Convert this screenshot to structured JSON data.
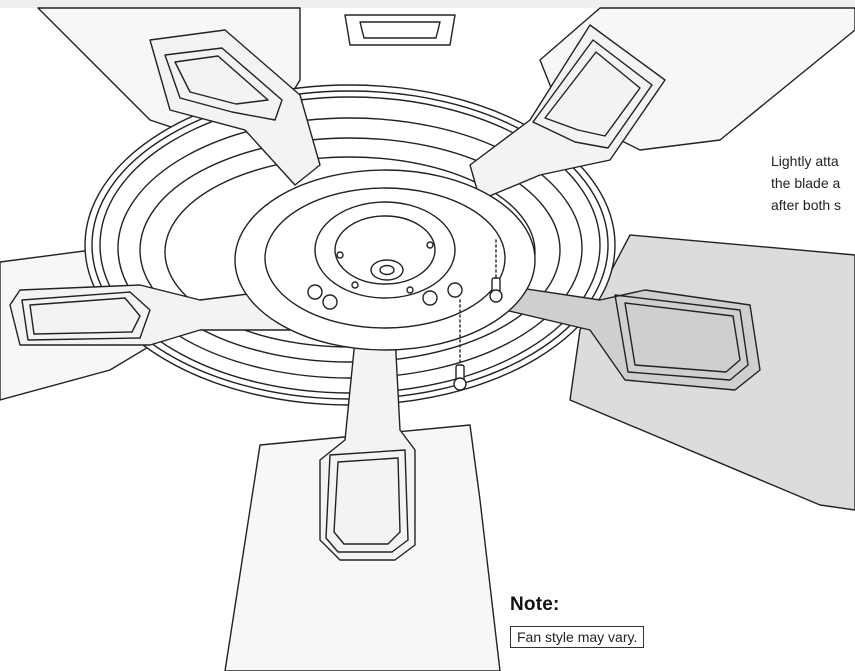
{
  "callout": {
    "line1": "Lightly atta",
    "line2": "the blade a",
    "line3": "after both s"
  },
  "note": {
    "title": "Note:",
    "text": "Fan style may vary."
  },
  "colors": {
    "line": "#222222",
    "blade_fill_light": "#f7f7f7",
    "blade_fill_shaded": "#dcdcdc",
    "highlight_fill": "#cfcfcf",
    "background": "#ffffff"
  }
}
